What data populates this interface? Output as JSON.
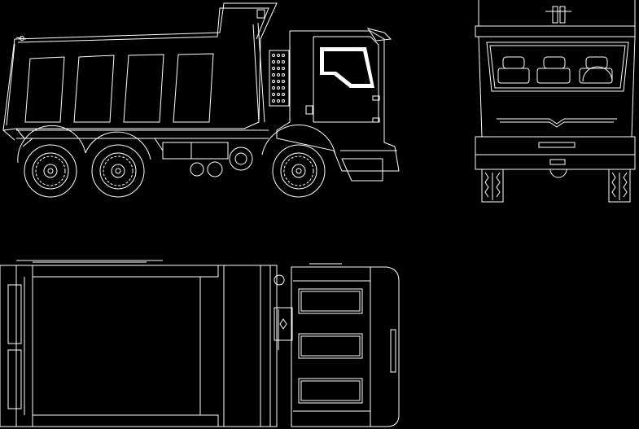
{
  "drawing": {
    "background_color": "#000000",
    "line_color": "#ffffff",
    "views": [
      {
        "id": "side",
        "dump_bed_panels": 4,
        "axles": 3
      },
      {
        "id": "front",
        "seats": 3
      },
      {
        "id": "top",
        "roof_panels": 3
      }
    ]
  }
}
